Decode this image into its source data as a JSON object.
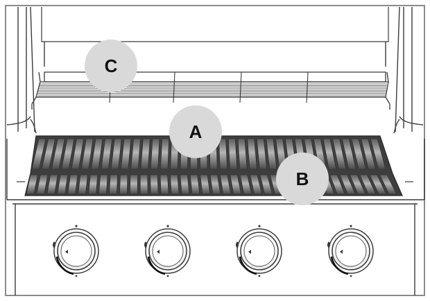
{
  "diagram": {
    "labels": {
      "warming_rack": "C",
      "upper_grate_area": "A",
      "cooking_grate": "B"
    },
    "knob_count": 4,
    "colors": {
      "line": "#3a3a3a",
      "callout_fill": "#d9d9d9",
      "grate_dark": "#4a4a4a",
      "grate_light": "#9a9a9a",
      "frame": "#8a8a8a"
    }
  }
}
